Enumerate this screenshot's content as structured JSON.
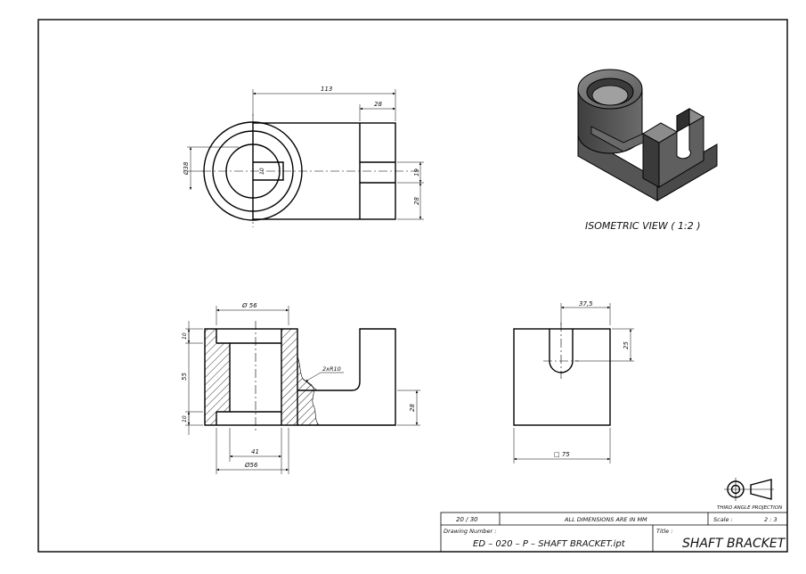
{
  "dimensions": {
    "top_overall": "113",
    "top_right_block": "28",
    "top_dia": "Ø38",
    "top_keyway": "10",
    "top_slot": "19",
    "top_height": "28",
    "front_top_dia": "Ø 56",
    "front_top_flange": "10",
    "front_height": "55",
    "front_bottom_flange": "10",
    "front_radius": "2xR10",
    "front_base_height": "28",
    "front_bore": "41",
    "front_bottom_dia": "Ø56",
    "side_slot_width": "37,5",
    "side_slot_depth": "25",
    "side_square": "□ 75"
  },
  "isometric": {
    "caption": "ISOMETRIC VIEW ( 1:2 )"
  },
  "projection": {
    "label": "THIRD ANGLE PROJECTION"
  },
  "title_block": {
    "sheet": "20  / 30",
    "note": "ALL DIMENSIONS ARE IN MM",
    "scale_label": "Scale :",
    "scale_value": "2 : 3",
    "drawing_number_label": "Drawing Number :",
    "drawing_number": "ED  –  020  –  P  –  SHAFT BRACKET.ipt",
    "title_label": "Title :",
    "title": "SHAFT BRACKET"
  }
}
